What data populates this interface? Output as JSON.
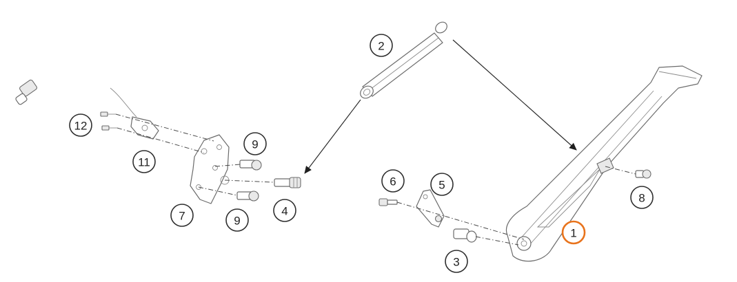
{
  "diagram": {
    "callouts": [
      {
        "id": "1",
        "label": "1",
        "highlight": true
      },
      {
        "id": "2",
        "label": "2",
        "highlight": false
      },
      {
        "id": "3",
        "label": "3",
        "highlight": false
      },
      {
        "id": "4",
        "label": "4",
        "highlight": false
      },
      {
        "id": "5",
        "label": "5",
        "highlight": false
      },
      {
        "id": "6",
        "label": "6",
        "highlight": false
      },
      {
        "id": "7",
        "label": "7",
        "highlight": false
      },
      {
        "id": "8",
        "label": "8",
        "highlight": false
      },
      {
        "id": "9a",
        "label": "9",
        "highlight": false
      },
      {
        "id": "9b",
        "label": "9",
        "highlight": false
      },
      {
        "id": "11",
        "label": "11",
        "highlight": false
      },
      {
        "id": "12",
        "label": "12",
        "highlight": false
      }
    ],
    "colors": {
      "highlight": "#e8731c",
      "line": "#2b2b2b",
      "part_stroke": "#6b6b6b"
    }
  }
}
